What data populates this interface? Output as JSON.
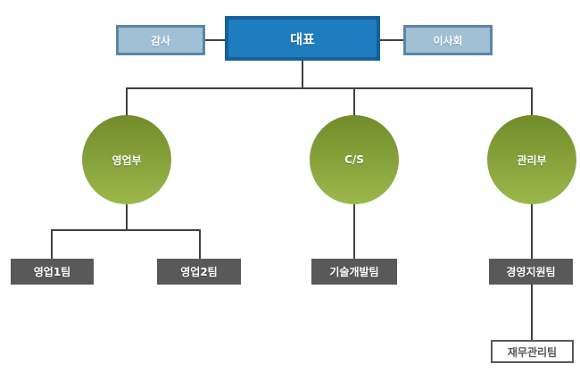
{
  "diagram": {
    "type": "org-chart",
    "nodes": {
      "auditor": "감사",
      "ceo": "대표",
      "board": "이사회",
      "sales_dept": "영업부",
      "cs_dept": "C/S",
      "admin_dept": "관리부",
      "sales_team1": "영업1팀",
      "sales_team2": "영업2팀",
      "tech_dev_team": "기술개발팀",
      "mgmt_support_team": "경영지원팀",
      "finance_team": "재무관리팀"
    },
    "hierarchy": {
      "root": "대표",
      "staff_nodes": [
        "감사",
        "이사회"
      ],
      "children": [
        {
          "label": "영업부",
          "children": [
            "영업1팀",
            "영업2팀"
          ]
        },
        {
          "label": "C/S",
          "children": [
            "기술개발팀"
          ]
        },
        {
          "label": "관리부",
          "children": [
            {
              "label": "경영지원팀",
              "children": [
                "재무관리팀"
              ]
            }
          ]
        }
      ]
    },
    "colors": {
      "ceo_fill": "#1F7CBE",
      "ceo_border": "#14609A",
      "staff_fill": "#9FC0D5",
      "staff_border": "#5D85A3",
      "dept_circle_top": "#718C2A",
      "dept_circle_bottom": "#9BB84B",
      "team_fill": "#595959",
      "team_text": "#FFFFFF",
      "outline_box_border": "#595959",
      "outline_box_text": "#595959",
      "connector": "#404040",
      "background": "#FFFFFF"
    }
  }
}
